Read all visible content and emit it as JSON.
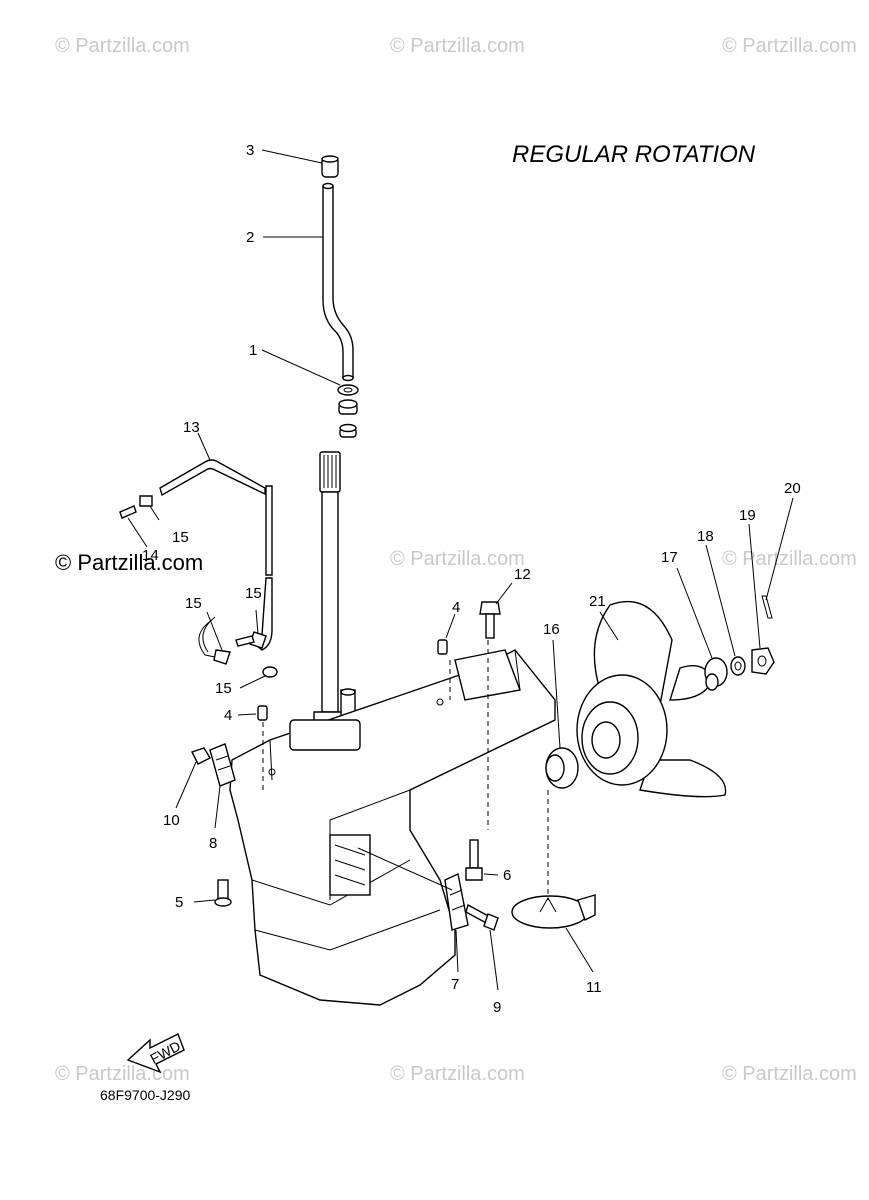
{
  "title": "REGULAR ROTATION",
  "diagram_code": "68F9700-J290",
  "fwd_label": "FWD",
  "watermark": "© Partzilla.com",
  "watermark_center": "© Partzilla.com",
  "callouts": {
    "c1": "1",
    "c2": "2",
    "c3": "3",
    "c4a": "4",
    "c4b": "4",
    "c5": "5",
    "c6": "6",
    "c7": "7",
    "c8": "8",
    "c9": "9",
    "c10": "10",
    "c11": "11",
    "c12": "12",
    "c13": "13",
    "c14": "14",
    "c15a": "15",
    "c15b": "15",
    "c15c": "15",
    "c15d": "15",
    "c16": "16",
    "c17": "17",
    "c18": "18",
    "c19": "19",
    "c20": "20",
    "c21": "21"
  }
}
